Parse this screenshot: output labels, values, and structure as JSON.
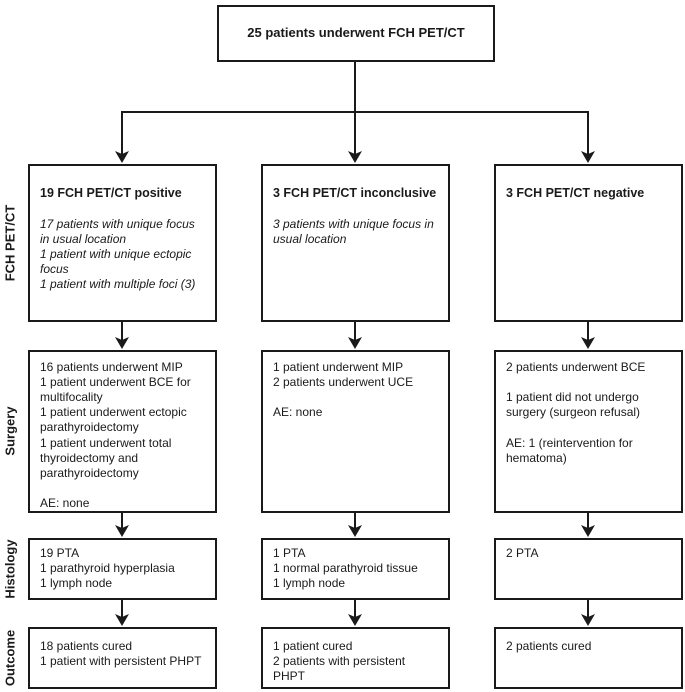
{
  "colors": {
    "ink": "#1a1a1a",
    "background": "#ffffff"
  },
  "root_box": {
    "label": "25 patients underwent FCH PET/CT"
  },
  "row_labels": {
    "petct": "FCH PET/CT",
    "surgery": "Surgery",
    "histology": "Histology",
    "outcome": "Outcome"
  },
  "columns": [
    {
      "petct_title": "19 FCH PET/CT positive",
      "petct_details": "17 patients with unique focus\nin usual location\n1 patient with unique ectopic\nfocus\n1 patient with multiple foci (3)",
      "surgery": "16 patients underwent MIP\n1 patient underwent BCE for\nmultifocality\n1 patient underwent ectopic\nparathyroidectomy\n1 patient underwent total\nthyroidectomy and\nparathyroidectomy\n\nAE: none",
      "histology": "19 PTA\n1 parathyroid hyperplasia\n1 lymph node",
      "outcome": "18 patients cured\n1 patient with persistent PHPT"
    },
    {
      "petct_title": "3 FCH PET/CT inconclusive",
      "petct_details": "3 patients with unique focus in\nusual location",
      "surgery": "1 patient underwent MIP\n2 patients underwent UCE\n\nAE: none",
      "histology": "1 PTA\n1 normal parathyroid tissue\n1 lymph node",
      "outcome": "1 patient cured\n2 patients with persistent\nPHPT"
    },
    {
      "petct_title": "3 FCH PET/CT negative",
      "petct_details": "",
      "surgery": "2 patients underwent BCE\n\n1 patient did not undergo\nsurgery (surgeon refusal)\n\nAE: 1 (reintervention for\nhematoma)",
      "histology": "2 PTA",
      "outcome": "2 patients cured"
    }
  ]
}
